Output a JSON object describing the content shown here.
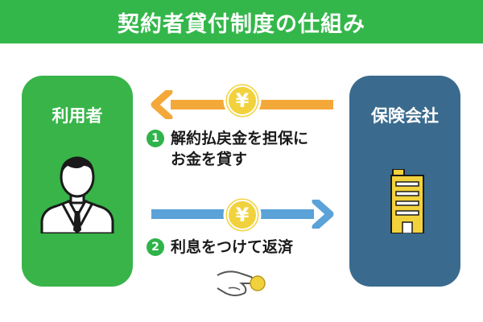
{
  "title": "契約者貸付制度の仕組み",
  "left_box": {
    "label": "利用者"
  },
  "right_box": {
    "label": "保険会社"
  },
  "step1": {
    "number": "1",
    "line1": "解約払戻金を担保に",
    "line2": "お金を貸す"
  },
  "step2": {
    "number": "2",
    "text": "利息をつけて返済"
  },
  "coin_symbol": "¥",
  "colors": {
    "title_bg": "#34b74a",
    "user_box": "#38b449",
    "company_box": "#3a6b8e",
    "arrow_orange": "#f4a83a",
    "arrow_blue": "#5aa2d8",
    "coin": "#f2d23c"
  }
}
